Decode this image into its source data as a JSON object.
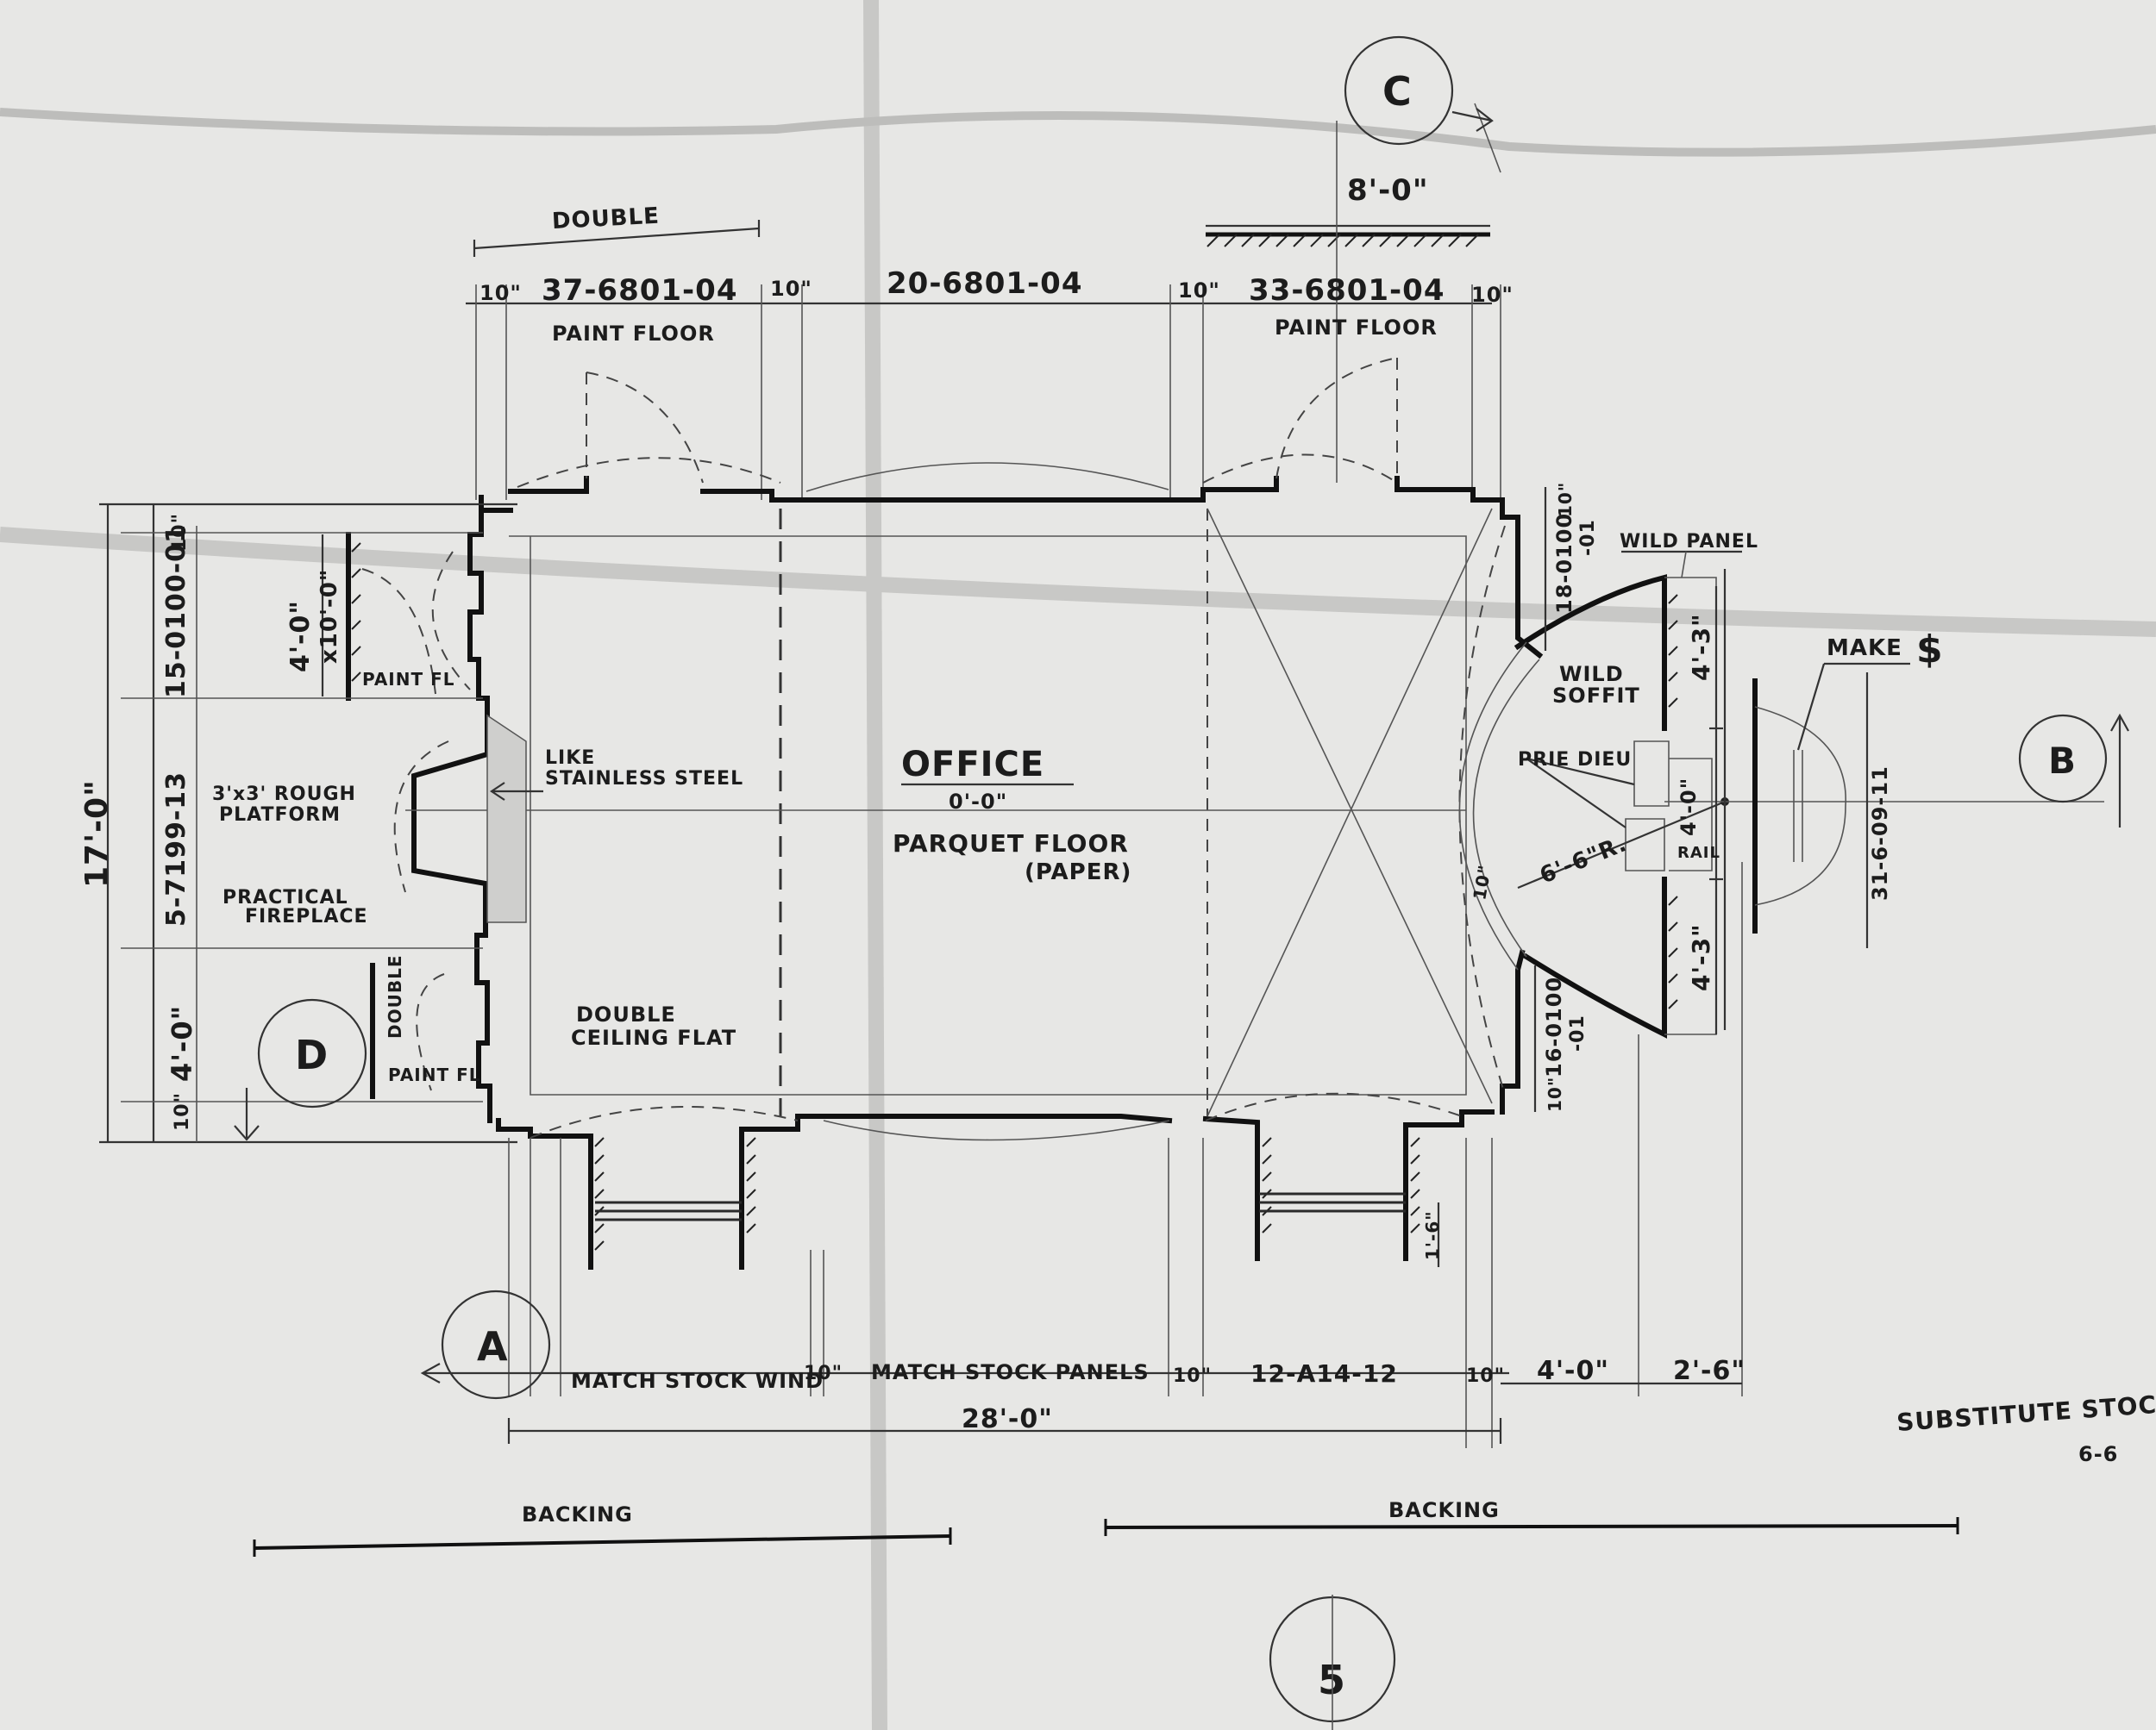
{
  "sheet_number": "5",
  "markers": {
    "a": "A",
    "b": "B",
    "c": "C",
    "d": "D"
  },
  "top": {
    "double_label": "DOUBLE",
    "panel_1": "37-6801-04",
    "panel_2": "20-6801-04",
    "panel_3": "33-6801-04",
    "gap_1": "10\"",
    "gap_2": "10\"",
    "gap_3": "10\"",
    "gap_4": "10\"",
    "paint_floor_left": "PAINT FLOOR",
    "paint_floor_right": "PAINT FLOOR",
    "width_c": "8'-0\""
  },
  "room": {
    "name": "OFFICE",
    "level": "0'-0\"",
    "floor": "PARQUET FLOOR",
    "floor_note": "(PAPER)",
    "ceiling_1": "DOUBLE",
    "ceiling_2": "CEILING FLAT"
  },
  "left": {
    "overall": "17'-0\"",
    "seg_top": "15-0100-01",
    "seg_mid": "5-7199-13",
    "seg_bot": "4'-0\"",
    "gap_top": "10\"",
    "gap_bot": "10\"",
    "door_height": "4'-0\"",
    "door_size": "x10'-0\"",
    "paint_fl_top": "PAINT FL",
    "paint_fl_bot": "PAINT FL",
    "platform_1": "3'x3' ROUGH",
    "platform_2": "PLATFORM",
    "fireplace_1": "PRACTICAL",
    "fireplace_2": "FIREPLACE",
    "like_1": "LIKE",
    "like_2": "STAINLESS STEEL",
    "double_vertical": "DOUBLE"
  },
  "right": {
    "wild_panel": "WILD PANEL",
    "wild_1": "WILD",
    "wild_2": "SOFFIT",
    "prie_dieu": "PRIE DIEU",
    "radius": "6'-6\"R.",
    "rail": "RAIL",
    "four_zero": "4'-0\"",
    "four_three_top": "4'-3\"",
    "four_three_bot": "4'-3\"",
    "seg_top_1": "18-0100",
    "seg_top_2": "-01",
    "seg_bot_1": "16-0100",
    "seg_bot_2": "-01",
    "gap_top": "10\"",
    "gap_bot": "10\"",
    "gap_arc": "10\"",
    "make": "MAKE",
    "make_symbol": "$",
    "alcove_dim": "31-6-09-11"
  },
  "bottom": {
    "match_wind": "MATCH STOCK WIND",
    "match_panels": "MATCH STOCK PANELS",
    "panel_12": "12-A14-12",
    "gap_1": "10\"",
    "gap_2": "10\"",
    "gap_3": "10\"",
    "dim_4_0": "4'-0\"",
    "dim_2_6": "2'-6\"",
    "overall": "28'-0\"",
    "backing_left": "BACKING",
    "backing_right": "BACKING",
    "one_six": "1'-6\"",
    "substitute_1": "SUBSTITUTE STOCK",
    "substitute_2": "6-6"
  }
}
